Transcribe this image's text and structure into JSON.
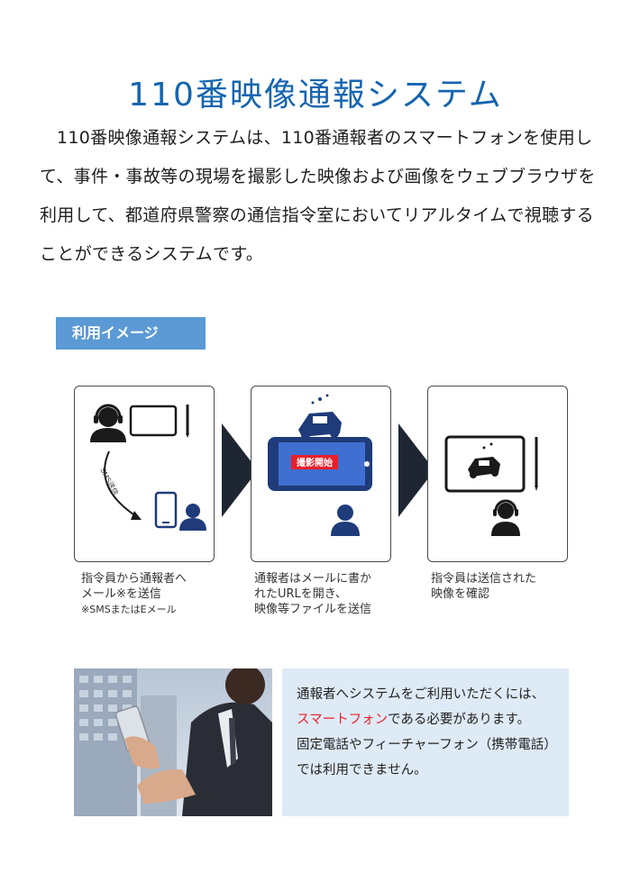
{
  "title": "110番映像通報システム",
  "intro": "110番映像通報システムは、110番通報者のスマートフォンを使用して、事件・事故等の現場を撮影した映像および画像をウェブブラウザを利用して、都道府県警察の通信指令室においてリアルタイムで視聴することができるシステムです。",
  "section_label": "利用イメージ",
  "steps": [
    {
      "caption_line1": "指令員から通報者へ",
      "caption_line2": "メール※を送信",
      "note": "※SMSまたはEメール",
      "arrow_label": "SMS送信"
    },
    {
      "caption_line1": "通報者はメールに書か",
      "caption_line2": "れたURLを開き、",
      "caption_line3": "映像等ファイルを送信",
      "screen_label": "撮影開始"
    },
    {
      "caption_line1": "指令員は送信された",
      "caption_line2": "映像を確認"
    }
  ],
  "info": {
    "line1": "通報者へシステムをご利用いただくには、",
    "line2_highlight": "スマートフォン",
    "line2_rest": "である必要があります。",
    "line3": "固定電話やフィーチャーフォン（携帯電話）",
    "line4": "では利用できません。"
  },
  "colors": {
    "title": "#1565b0",
    "label_bg": "#5b9ad5",
    "icon_navy": "#1f3b7a",
    "arrow": "#1f2633",
    "highlight": "#e8202a",
    "info_bg": "#deeaf6"
  }
}
